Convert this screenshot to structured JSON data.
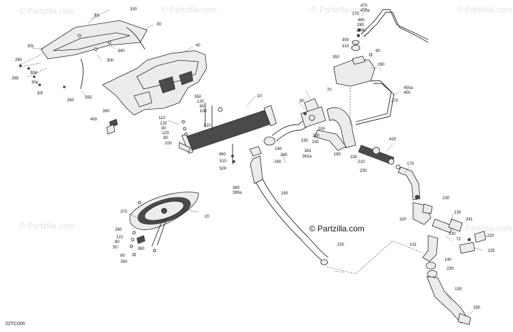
{
  "diagram": {
    "code": "02TC005",
    "watermark": "© Partzilla.com",
    "watermark_faint": "© Partzilla.com",
    "callouts": [
      {
        "text": "330"
      },
      {
        "text": "30j"
      },
      {
        "text": "30"
      },
      {
        "text": "30c"
      },
      {
        "text": "340"
      },
      {
        "text": "30h"
      },
      {
        "text": "260"
      },
      {
        "text": "265"
      },
      {
        "text": "30e"
      },
      {
        "text": "30d"
      },
      {
        "text": "30f"
      },
      {
        "text": "260"
      },
      {
        "text": "355"
      },
      {
        "text": "40"
      },
      {
        "text": "390"
      },
      {
        "text": "400"
      },
      {
        "text": "350"
      },
      {
        "text": "120"
      },
      {
        "text": "80"
      },
      {
        "text": "100"
      },
      {
        "text": "510"
      },
      {
        "text": "10"
      },
      {
        "text": "110"
      },
      {
        "text": "120"
      },
      {
        "text": "80"
      },
      {
        "text": "120"
      },
      {
        "text": "80"
      },
      {
        "text": "100"
      },
      {
        "text": "460"
      },
      {
        "text": "510"
      },
      {
        "text": "500"
      },
      {
        "text": "240"
      },
      {
        "text": "245"
      },
      {
        "text": "90"
      },
      {
        "text": "70"
      },
      {
        "text": "230"
      },
      {
        "text": "200"
      },
      {
        "text": "350"
      },
      {
        "text": "230"
      },
      {
        "text": "160"
      },
      {
        "text": "381"
      },
      {
        "text": "381a"
      },
      {
        "text": "180"
      },
      {
        "text": "470"
      },
      {
        "text": "470a"
      },
      {
        "text": "270"
      },
      {
        "text": "460"
      },
      {
        "text": "280"
      },
      {
        "text": "290b"
      },
      {
        "text": "300"
      },
      {
        "text": "310"
      },
      {
        "text": "90"
      },
      {
        "text": "350"
      },
      {
        "text": "290"
      },
      {
        "text": "270"
      },
      {
        "text": "450a"
      },
      {
        "text": "450"
      },
      {
        "text": "420"
      },
      {
        "text": "210"
      },
      {
        "text": "230"
      },
      {
        "text": "230"
      },
      {
        "text": "170"
      },
      {
        "text": "380"
      },
      {
        "text": "380a"
      },
      {
        "text": "160"
      },
      {
        "text": "370"
      },
      {
        "text": "20"
      },
      {
        "text": "280"
      },
      {
        "text": "121"
      },
      {
        "text": "80"
      },
      {
        "text": "50"
      },
      {
        "text": "360"
      },
      {
        "text": "80"
      },
      {
        "text": "350"
      },
      {
        "text": "230"
      },
      {
        "text": "320"
      },
      {
        "text": "130"
      },
      {
        "text": "241"
      },
      {
        "text": "220"
      },
      {
        "text": "72"
      },
      {
        "text": "225"
      },
      {
        "text": "131"
      },
      {
        "text": "230"
      },
      {
        "text": "140"
      },
      {
        "text": "230"
      },
      {
        "text": "230"
      },
      {
        "text": "150"
      },
      {
        "text": "250"
      }
    ]
  }
}
